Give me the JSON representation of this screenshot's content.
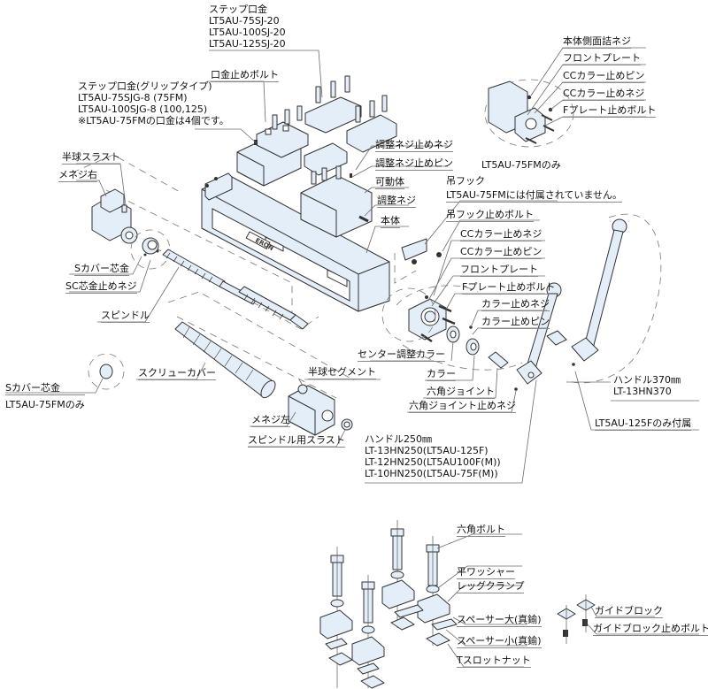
{
  "colors": {
    "part_fill": "#e4eef8",
    "part_stroke": "#333333",
    "leader": "#6b6b6b",
    "dash": "#777777",
    "text": "#111111"
  },
  "labels": {
    "step_jaw": {
      "title": "ステップ口金",
      "lines": [
        "LT5AU-75SJ-20",
        "LT5AU-100SJ-20",
        "LT5AU-125SJ-20"
      ]
    },
    "step_jaw_grip": {
      "title": "ステップ口金(グリップタイプ)",
      "lines": [
        "LT5AU-75SJG-8 (75FM)",
        "LT5AU-100SJG-8 (100,125)"
      ],
      "note": "※LT5AU-75FMの口金は4個です。"
    },
    "jaw_bolt": "口金止めボルト",
    "adjust_screw_stop_screw": "調整ネジ止めネジ",
    "adjust_screw_stop_pin": "調整ネジ止めピン",
    "movable_body": "可動体",
    "adjust_screw": "調整ネジ",
    "main_body": "本体",
    "hanging_hook": "吊フック",
    "hanging_hook_note": "LT5AU-75FMには付属されていません。",
    "hanging_hook_bolt": "吊フック止めボルト",
    "inset_75fm": {
      "side_plug_screw": "本体側面詰ネジ",
      "front_plate": "フロントプレート",
      "cc_collar_pin": "CCカラー止めピン",
      "cc_collar_screw": "CCカラー止めネジ",
      "f_plate_bolt": "Fプレート止めボルト",
      "caption": "LT5AU-75FMのみ"
    },
    "hemisphere_thrust": "半球スラスト",
    "female_thread_right": "メネジ右",
    "s_cover_core": "Sカバー芯金",
    "sc_core_screw": "SC芯金止めネジ",
    "spindle": "スピンドル",
    "cc_collar_screw": "CCカラー止めネジ",
    "cc_collar_pin": "CCカラー止めピン",
    "front_plate": "フロントプレート",
    "f_plate_bolt": "Fプレート止めボルト",
    "collar_screw": "カラー止めネジ",
    "collar_pin": "カラー止めピン",
    "center_adjust_collar": "センター調整カラー",
    "collar": "カラー",
    "hex_joint": "六角ジョイント",
    "hex_joint_screw": "六角ジョイント止めネジ",
    "hemisphere_segment": "半球セグメント",
    "screw_cover": "スクリューカバー",
    "s_cover_core_75fm": {
      "title": "Sカバー芯金",
      "caption": "LT5AU-75FMのみ"
    },
    "female_thread_left": "メネジ左",
    "spindle_thrust": "スピンドル用スラスト",
    "handle_250": {
      "title": "ハンドル250㎜",
      "lines": [
        "LT-13HN250(LT5AU-125F)",
        "LT-12HN250(LT5AU100F(M))",
        "LT-10HN250(LT5AU-75F(M))"
      ]
    },
    "handle_370": {
      "title": "ハンドル370㎜",
      "line": "LT-13HN370"
    },
    "only_125f": "LT5AU-125Fのみ付属",
    "hex_bolt": "六角ボルト",
    "flat_washer": "平ワッシャー",
    "leg_clamp": "レッグクランプ",
    "spacer_large": "スペーサー大(真鍮)",
    "spacer_small": "スペーサー小(真鍮)",
    "t_slot_nut": "Tスロットナット",
    "guide_block": "ガイドブロック",
    "guide_block_bolt": "ガイドブロック止めボルト"
  },
  "body_logo": "ERON"
}
